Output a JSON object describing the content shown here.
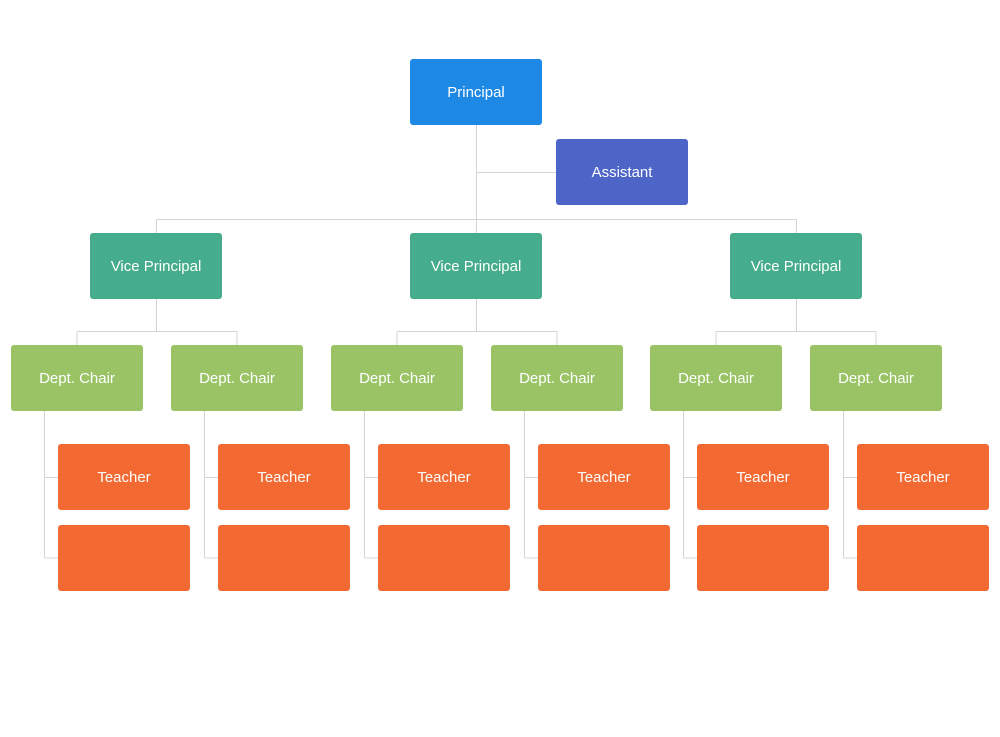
{
  "colors": {
    "principal": "#1e88e5",
    "assistant": "#4e65c8",
    "vice_principal": "#45ad8c",
    "dept_chair": "#99c364",
    "teacher": "#f26a32",
    "connector": "#d4d4d4"
  },
  "principal": {
    "label": "Principal"
  },
  "assistant": {
    "label": "Assistant"
  },
  "vice_principals": [
    {
      "label": "Vice Principal",
      "chairs": [
        {
          "label": "Dept. Chair",
          "teachers": [
            {
              "label": "Teacher"
            },
            {
              "label": ""
            }
          ]
        },
        {
          "label": "Dept. Chair",
          "teachers": [
            {
              "label": "Teacher"
            },
            {
              "label": ""
            }
          ]
        }
      ]
    },
    {
      "label": "Vice Principal",
      "chairs": [
        {
          "label": "Dept. Chair",
          "teachers": [
            {
              "label": "Teacher"
            },
            {
              "label": ""
            }
          ]
        },
        {
          "label": "Dept. Chair",
          "teachers": [
            {
              "label": "Teacher"
            },
            {
              "label": ""
            }
          ]
        }
      ]
    },
    {
      "label": "Vice Principal",
      "chairs": [
        {
          "label": "Dept. Chair",
          "teachers": [
            {
              "label": "Teacher"
            },
            {
              "label": ""
            }
          ]
        },
        {
          "label": "Dept. Chair",
          "teachers": [
            {
              "label": "Teacher"
            },
            {
              "label": ""
            }
          ]
        }
      ]
    }
  ]
}
